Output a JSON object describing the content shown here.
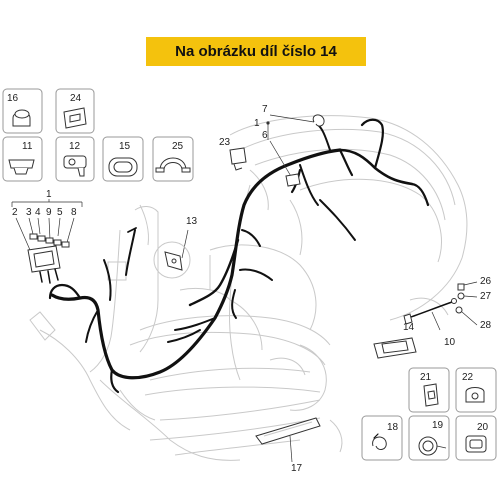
{
  "banner": {
    "text": "Na obrázku díl číslo 14"
  },
  "labels": {
    "p1": "1",
    "p1b": "1",
    "p2": "2",
    "p3": "3",
    "p4": "4",
    "p5": "5",
    "p6": "6",
    "p7": "7",
    "p8": "8",
    "p9": "9",
    "p10": "10",
    "p11": "11",
    "p12": "12",
    "p13": "13",
    "p14": "14",
    "p15": "15",
    "p16": "16",
    "p17": "17",
    "p18": "18",
    "p19": "19",
    "p20": "20",
    "p21": "21",
    "p22": "22",
    "p23": "23",
    "p24": "24",
    "p25": "25",
    "p26": "26",
    "p27": "27",
    "p28": "28"
  },
  "colors": {
    "banner": "#f4c20d",
    "wire": "#111111",
    "outline": "#c9c9c9"
  }
}
